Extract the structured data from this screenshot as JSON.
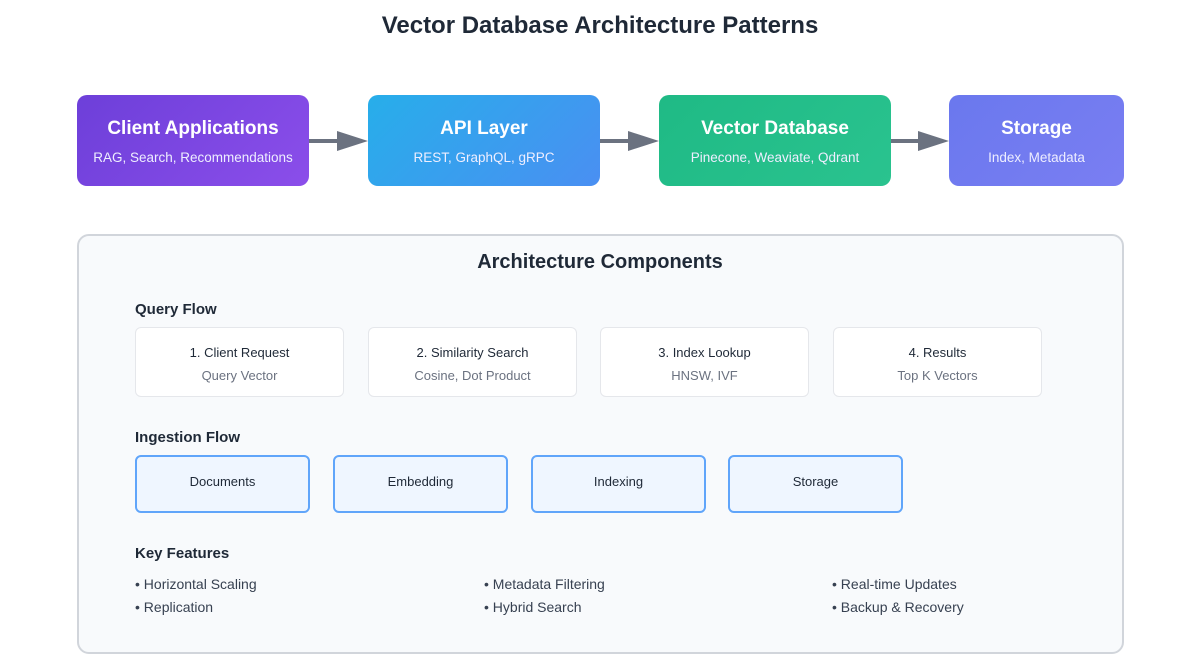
{
  "title": "Vector Database Architecture Patterns",
  "pipeline": [
    {
      "title": "Client Applications",
      "subtitle": "RAG, Search, Recommendations",
      "color": "#7c3aed"
    },
    {
      "title": "API Layer",
      "subtitle": "REST, GraphQL, gRPC",
      "color": "#3b9cf0"
    },
    {
      "title": "Vector Database",
      "subtitle": "Pinecone, Weaviate, Qdrant",
      "color": "#22c08a"
    },
    {
      "title": "Storage",
      "subtitle": "Index, Metadata",
      "color": "#6c7cf0"
    }
  ],
  "arrow_color": "#6b7280",
  "components": {
    "title": "Architecture Components",
    "query_flow": {
      "label": "Query Flow",
      "steps": [
        {
          "title": "1. Client Request",
          "subtitle": "Query Vector"
        },
        {
          "title": "2. Similarity Search",
          "subtitle": "Cosine, Dot Product"
        },
        {
          "title": "3. Index Lookup",
          "subtitle": "HNSW, IVF"
        },
        {
          "title": "4. Results",
          "subtitle": "Top K Vectors"
        }
      ]
    },
    "ingestion_flow": {
      "label": "Ingestion Flow",
      "steps": [
        "Documents",
        "Embedding",
        "Indexing",
        "Storage"
      ]
    },
    "key_features": {
      "label": "Key Features",
      "items": [
        "• Horizontal Scaling",
        "• Metadata Filtering",
        "• Real-time Updates",
        "• Replication",
        "• Hybrid Search",
        "• Backup & Recovery"
      ]
    }
  }
}
